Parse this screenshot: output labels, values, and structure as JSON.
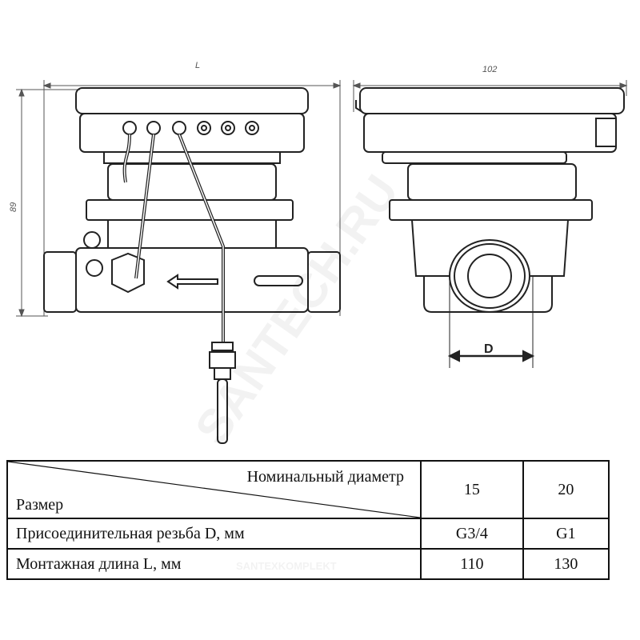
{
  "drawing": {
    "dim_length_label": "L",
    "dim_width_label": "102",
    "dim_height_label": "89",
    "dim_thread_label": "D",
    "watermark": "SANTECH.RU"
  },
  "table": {
    "header_top": "Номинальный диаметр",
    "header_bottom": "Размер",
    "columns": [
      "15",
      "20"
    ],
    "rows": [
      {
        "label": "Присоединительная резьба D, мм",
        "values": [
          "G3/4",
          "G1"
        ]
      },
      {
        "label": "Монтажная длина L, мм",
        "values": [
          "110",
          "130"
        ]
      }
    ],
    "watermark": "SANTEXKOMPLEKT"
  }
}
